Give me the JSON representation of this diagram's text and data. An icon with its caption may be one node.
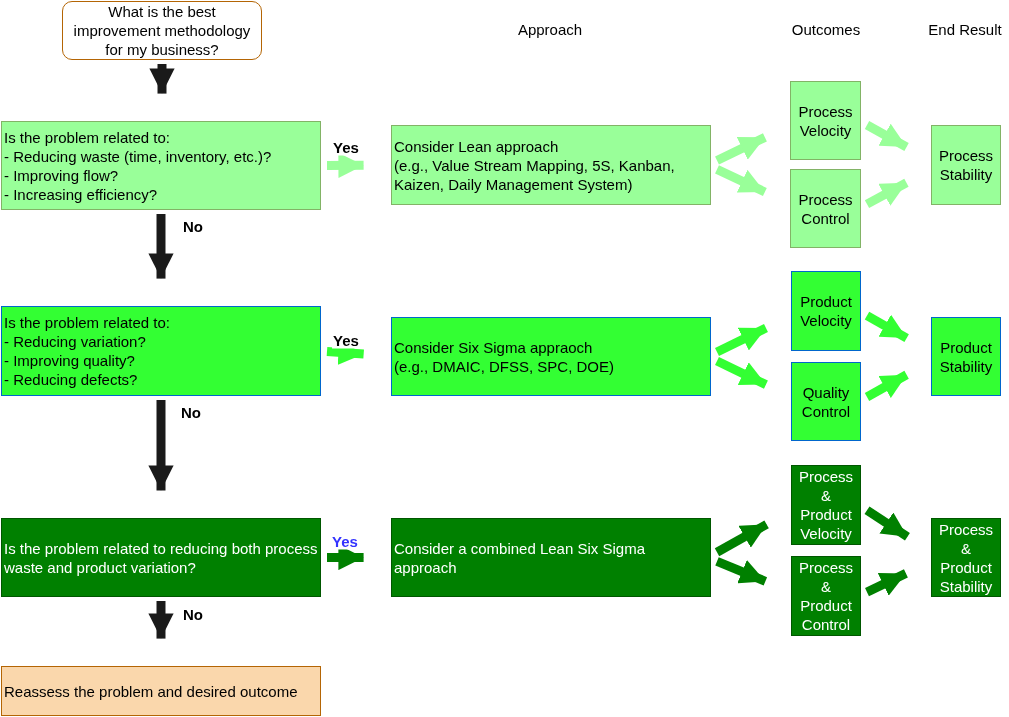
{
  "diagram": {
    "nodes": [
      {
        "text": [
          "What is the best improvement methodology for my business?"
        ]
      },
      {
        "text": [
          "Is the problem related to:",
          "- Reducing waste (time, inventory, etc.)?",
          "- Improving flow?",
          "- Increasing efficiency?"
        ]
      },
      {
        "text": [
          "Consider Lean approach",
          "(e.g., Value Stream Mapping, 5S, Kanban, Kaizen, Daily Management System)"
        ]
      },
      {
        "text": [
          "Process Velocity"
        ]
      },
      {
        "text": [
          "Process Control"
        ]
      },
      {
        "text": [
          "Process Stability"
        ]
      },
      {
        "text": [
          "Is the problem related to:",
          "- Reducing variation?",
          "- Improving quality?",
          "- Reducing defects?"
        ]
      },
      {
        "text": [
          "Consider Six Sigma appraoch",
          "(e.g., DMAIC, DFSS, SPC, DOE)"
        ]
      },
      {
        "text": [
          "Product Velocity"
        ]
      },
      {
        "text": [
          "Quality Control"
        ]
      },
      {
        "text": [
          "Product Stability"
        ]
      },
      {
        "text": [
          "Is the problem related to reducing both process waste and product variation?"
        ]
      },
      {
        "text": [
          "Consider a combined Lean Six Sigma approach"
        ]
      },
      {
        "text": [
          "Process & Product Velocity"
        ]
      },
      {
        "text": [
          "Process & Product Control"
        ]
      },
      {
        "text": [
          "Process & Product Stability"
        ]
      },
      {
        "text": [
          "Reassess the problem and desired outcome"
        ]
      }
    ],
    "edges": [
      {
        "from": 0,
        "to": 1,
        "arrow": "to",
        "color": "#1a1a1a"
      },
      {
        "from": 1,
        "to": 6,
        "arrow": "to",
        "label": "No",
        "color": "#1a1a1a"
      },
      {
        "from": 6,
        "to": 11,
        "arrow": "to",
        "label": "No",
        "color": "#1a1a1a"
      },
      {
        "from": 11,
        "to": 16,
        "arrow": "to",
        "label": "No",
        "color": "#1a1a1a"
      },
      {
        "from": 1,
        "to": 2,
        "arrow": "to",
        "label": "Yes",
        "color": "#99ff99"
      },
      {
        "from": 2,
        "to": 3,
        "arrow": "to",
        "color": "#99ff99"
      },
      {
        "from": 2,
        "to": 4,
        "arrow": "to",
        "color": "#99ff99"
      },
      {
        "from": 3,
        "to": 5,
        "arrow": "to",
        "color": "#99ff99"
      },
      {
        "from": 4,
        "to": 5,
        "arrow": "to",
        "color": "#99ff99"
      },
      {
        "from": 6,
        "to": 7,
        "arrow": "to",
        "label": "Yes",
        "color": "#33ff33"
      },
      {
        "from": 7,
        "to": 8,
        "arrow": "to",
        "color": "#33ff33"
      },
      {
        "from": 7,
        "to": 9,
        "arrow": "to",
        "color": "#33ff33"
      },
      {
        "from": 8,
        "to": 10,
        "arrow": "to",
        "color": "#33ff33"
      },
      {
        "from": 9,
        "to": 10,
        "arrow": "to",
        "color": "#33ff33"
      },
      {
        "from": 11,
        "to": 12,
        "arrow": "to",
        "label": "Yes",
        "color": "#008000"
      },
      {
        "from": 12,
        "to": 13,
        "arrow": "to",
        "color": "#008000"
      },
      {
        "from": 12,
        "to": 14,
        "arrow": "to",
        "color": "#008000"
      },
      {
        "from": 13,
        "to": 15,
        "arrow": "to",
        "color": "#008000"
      },
      {
        "from": 14,
        "to": 15,
        "arrow": "to",
        "color": "#008000"
      }
    ],
    "labels": [
      "Approach",
      "Outcomes",
      "End Result"
    ]
  }
}
